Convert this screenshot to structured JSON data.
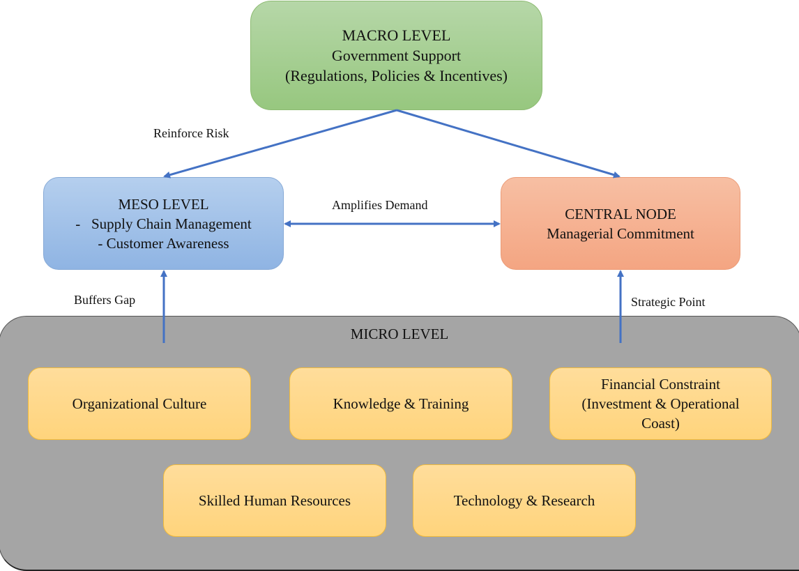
{
  "macro": {
    "title": "MACRO LEVEL",
    "subtitle": "Government Support",
    "detail": "(Regulations, Policies & Incentives)",
    "color": "#a9d08e"
  },
  "meso": {
    "title": "MESO LEVEL",
    "items": [
      "-   Supply Chain Management",
      "- Customer Awareness"
    ],
    "color": "#9dc3e6"
  },
  "central": {
    "title": "CENTRAL NODE",
    "subtitle": "Managerial Commitment",
    "color": "#f4b183"
  },
  "micro": {
    "title": "MICRO LEVEL",
    "color": "#a5a5a5",
    "factors": [
      {
        "lines": [
          "Organizational Culture"
        ]
      },
      {
        "lines": [
          "Knowledge & Training"
        ]
      },
      {
        "lines": [
          "Financial Constraint",
          "(Investment & Operational",
          "Coast)"
        ]
      },
      {
        "lines": [
          "Skilled Human Resources"
        ]
      },
      {
        "lines": [
          "Technology & Research"
        ]
      }
    ],
    "factor_color": "#ffd966"
  },
  "edges": {
    "reinforce_risk": "Reinforce Risk",
    "amplifies_demand": "Amplifies Demand",
    "buffers_gap": "Buffers Gap",
    "strategic_point": "Strategic Point",
    "arrow_color": "#4472c4"
  }
}
